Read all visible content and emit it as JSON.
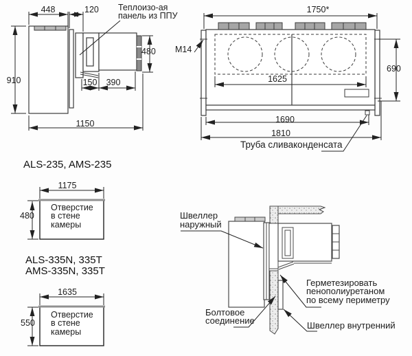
{
  "side_view": {
    "insulation_label": [
      "Теплоизо-ая",
      "панель из ППУ"
    ],
    "dim_top_width": "448",
    "dim_panel": "120",
    "dim_height": "910",
    "dim_duct_height": "480",
    "dim_duct_depth": "150",
    "dim_inner_depth": "390",
    "dim_total_depth": "1150"
  },
  "front_view": {
    "dim_mount_width": "1750*",
    "bolt_label": "M14",
    "dim_height": "690",
    "dim_fan_section": "1625",
    "dim_body_width": "1690",
    "dim_total_width": "1810",
    "drain_label": "Труба сливаконденсата"
  },
  "opening_235": {
    "title": "ALS-235, AMS-235",
    "dim_width": "1175",
    "dim_height": "480",
    "label": [
      "Отверстие",
      "в стене",
      "камеры"
    ]
  },
  "opening_335": {
    "title": [
      "ALS-335N, 335T",
      "AMS-335N, 335T"
    ],
    "dim_width": "1635",
    "dim_height": "550",
    "label": [
      "Отверстие",
      "в стене",
      "камеры"
    ]
  },
  "install_detail": {
    "outer_channel_label": [
      "Швеллер",
      "наружный"
    ],
    "seal_label": [
      "Герметезировать",
      "пенополиуретаном",
      "по всему периметру"
    ],
    "bolt_label": [
      "Болтовое",
      "соединение"
    ],
    "inner_channel_label": "Швеллер внутренний"
  },
  "colors": {
    "line": "#3a3a3a",
    "dim": "#222222",
    "fin_fill": "#a6a6a6",
    "wall_fill": "#ededed"
  }
}
